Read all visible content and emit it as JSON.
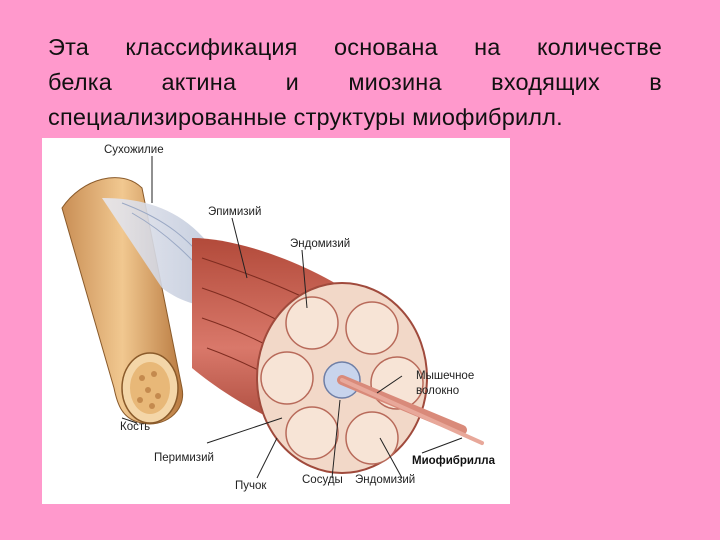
{
  "slide": {
    "text_lines": [
      "Эта классификация основана на количестве",
      "белка актина и миозина входящих в",
      "специализированные структуры миофибрилл."
    ]
  },
  "figure": {
    "labels": {
      "tendon": "Сухожилие",
      "epimysium": "Эпимизий",
      "endomysium_top": "Эндомизий",
      "muscle_fiber_1": "Мышечное",
      "muscle_fiber_2": "волокно",
      "bone": "Кость",
      "perimysium": "Перимизий",
      "myofibril": "Миофибрилла",
      "bundle": "Пучок",
      "vessels": "Сосуды",
      "endomysium_bottom": "Эндомизий"
    }
  }
}
